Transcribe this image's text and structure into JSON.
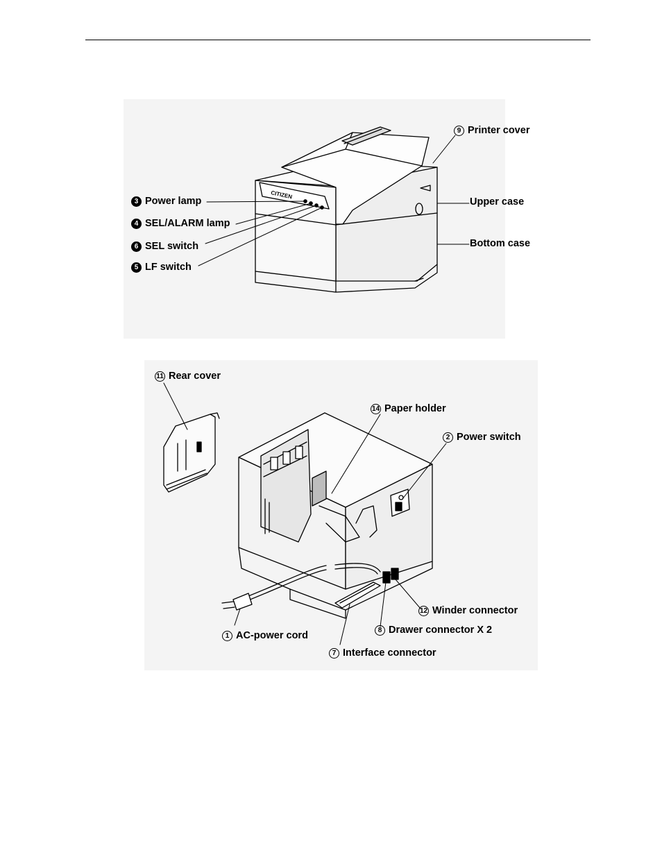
{
  "figure1": {
    "callouts": {
      "printer_cover": {
        "num": "9",
        "text": "Printer cover"
      },
      "upper_case": {
        "num": "",
        "text": "Upper case"
      },
      "bottom_case": {
        "num": "",
        "text": "Bottom case"
      },
      "power_lamp": {
        "num": "3",
        "text": "Power lamp"
      },
      "sel_alarm_lamp": {
        "num": "4",
        "text": "SEL/ALARM lamp"
      },
      "sel_switch": {
        "num": "6",
        "text": "SEL switch"
      },
      "lf_switch": {
        "num": "5",
        "text": "LF switch"
      }
    },
    "brand": "CITIZEN"
  },
  "figure2": {
    "callouts": {
      "rear_cover": {
        "num": "11",
        "text": "Rear cover"
      },
      "paper_holder": {
        "num": "14",
        "text": "Paper holder"
      },
      "power_switch": {
        "num": "2",
        "text": "Power switch"
      },
      "winder_connector": {
        "num": "12",
        "text": "Winder connector"
      },
      "drawer_connector": {
        "num": "8",
        "text": "Drawer connector X 2"
      },
      "ac_power_cord": {
        "num": "1",
        "text": "AC-power cord"
      },
      "interface_connector": {
        "num": "7",
        "text": "Interface connector"
      }
    }
  }
}
